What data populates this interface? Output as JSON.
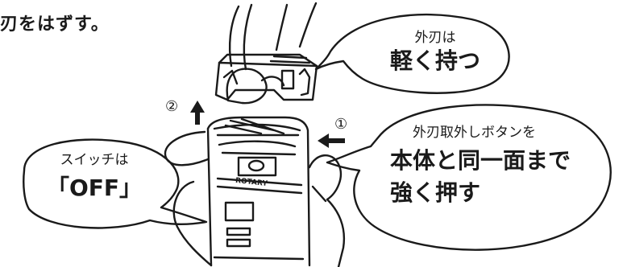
{
  "header": {
    "title": "刃をはずす。"
  },
  "callouts": {
    "outer_blade": {
      "line1": "外刃は",
      "line2": "軽く持つ"
    },
    "release_button": {
      "line1": "外刃取外しボタンを",
      "line2": "本体と同一面まで",
      "line3": "強く押す"
    },
    "switch": {
      "line1": "スイッチは",
      "line2": "「OFF」"
    }
  },
  "steps": {
    "step1": "①",
    "step2": "②"
  },
  "device": {
    "brand_label": "ROTARY"
  }
}
